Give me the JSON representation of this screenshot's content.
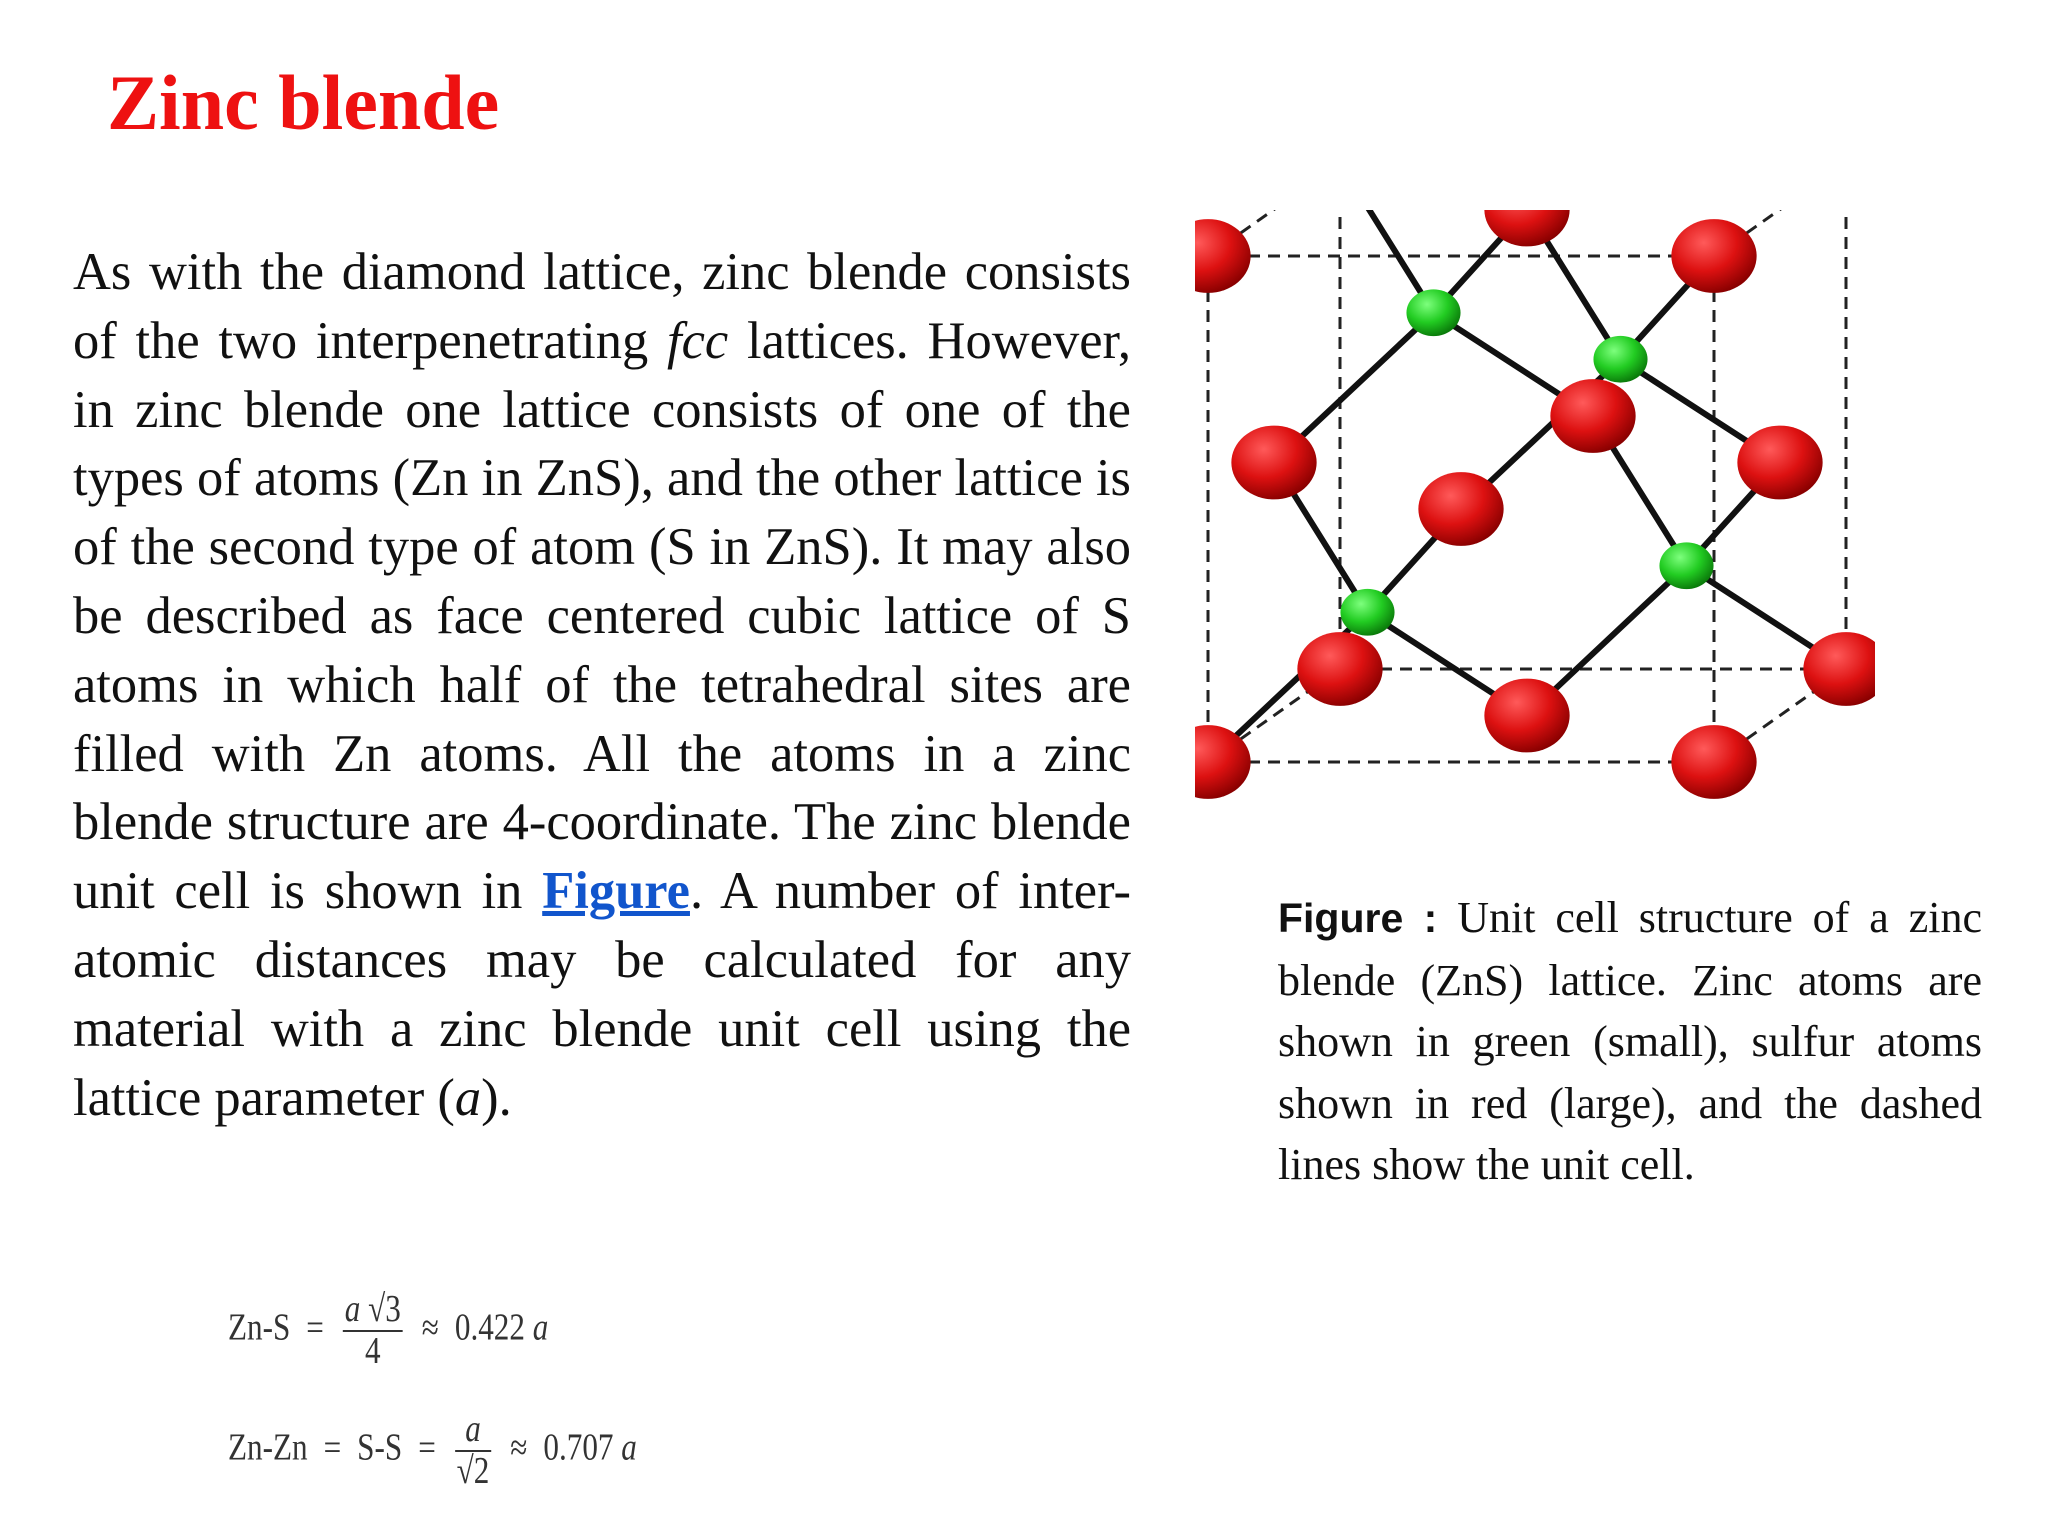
{
  "title": "Zinc blende",
  "body": {
    "p1": "As with the diamond lattice, zinc blende consists of the two interpenetrating ",
    "fcc": "fcc",
    "p2": " lattices. However, in zinc blende one lattice consists of one of the types of atoms (Zn in ZnS), and the other lattice is of the second type of atom (S in ZnS). It may also be described as face centered cubic lattice of S atoms in which half of the tetrahedral sites are filled with Zn atoms. All the atoms in a zinc blende structure are 4-coordinate. The zinc blende unit cell is shown in ",
    "link": "Figure",
    "p3": ". A number of inter-atomic distances may be calculated for any material with a zinc blende unit cell using the lattice parameter (",
    "param": "a",
    "p4": ")."
  },
  "equations": {
    "eq1": {
      "lhs": "Zn-S",
      "eq": "=",
      "num_var": "a",
      "num_root": "√3",
      "den": "4",
      "approx": "≈",
      "value": "0.422",
      "unit": "a"
    },
    "eq2": {
      "lhs": "Zn-Zn",
      "eq1": "=",
      "mid": "S-S",
      "eq2": "=",
      "num": "a",
      "den": "√2",
      "approx": "≈",
      "value": "0.707",
      "unit": "a"
    }
  },
  "caption": {
    "label": "Figure :",
    "text": " Unit cell structure of a zinc blende (ZnS) lattice. Zinc atoms are shown in green (small), sulfur atoms shown in red (large), and the dashed lines show the unit cell."
  },
  "figure": {
    "colors": {
      "sulfur": "#dd1111",
      "zinc": "#22cc22",
      "bond": "#111111",
      "cell": "#222222"
    }
  }
}
